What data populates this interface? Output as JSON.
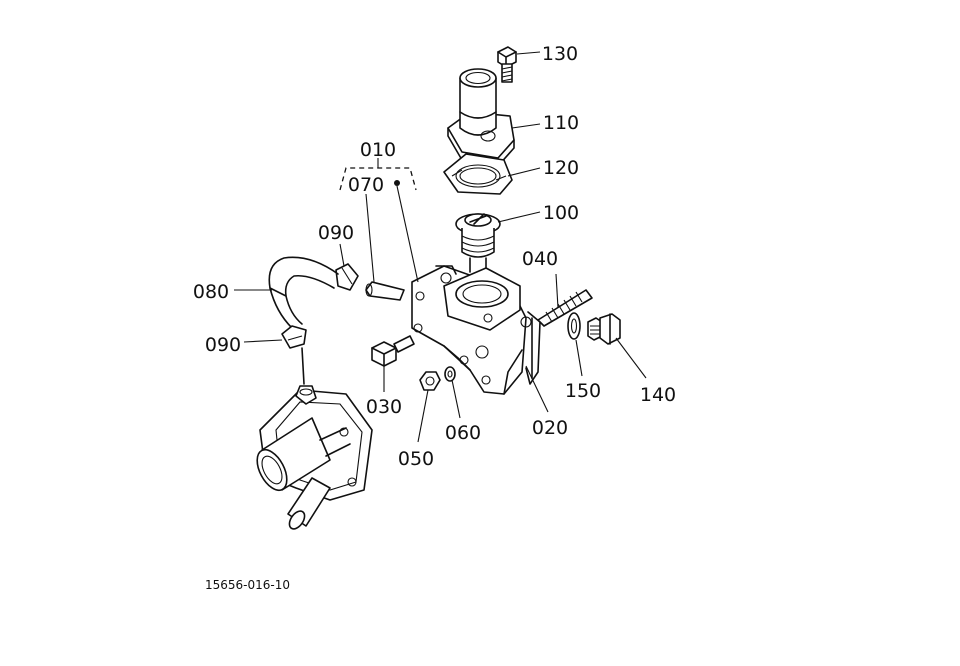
{
  "labels": {
    "p010": "010",
    "p070": "070",
    "p090a": "090",
    "p080": "080",
    "p090b": "090",
    "p130": "130",
    "p110": "110",
    "p120": "120",
    "p100": "100",
    "p040": "040",
    "p150": "150",
    "p140": "140",
    "p020": "020",
    "p030": "030",
    "p060": "060",
    "p050": "050"
  },
  "drawing_number": "15656-016-10"
}
